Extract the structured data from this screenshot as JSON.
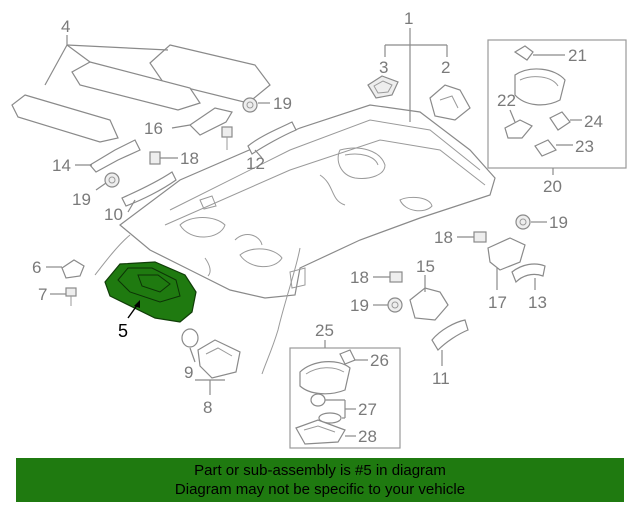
{
  "diagram": {
    "callouts": {
      "c1": "1",
      "c2": "2",
      "c3": "3",
      "c4": "4",
      "c5": "5",
      "c6": "6",
      "c7": "7",
      "c8": "8",
      "c9": "9",
      "c10": "10",
      "c11": "11",
      "c12": "12",
      "c13": "13",
      "c14": "14",
      "c15": "15",
      "c16": "16",
      "c17": "17",
      "c18a": "18",
      "c18b": "18",
      "c18c": "18",
      "c19a": "19",
      "c19b": "19",
      "c19c": "19",
      "c19d": "19",
      "c20": "20",
      "c21": "21",
      "c22": "22",
      "c23": "23",
      "c24": "24",
      "c25": "25",
      "c26": "26",
      "c27": "27",
      "c28": "28"
    },
    "highlighted_part": "5",
    "highlight_color": "#1f7a10"
  },
  "banner": {
    "line1": "Part or sub-assembly is #5 in diagram",
    "line2": "Diagram may not be specific to your vehicle",
    "color": "#1f7a10"
  }
}
